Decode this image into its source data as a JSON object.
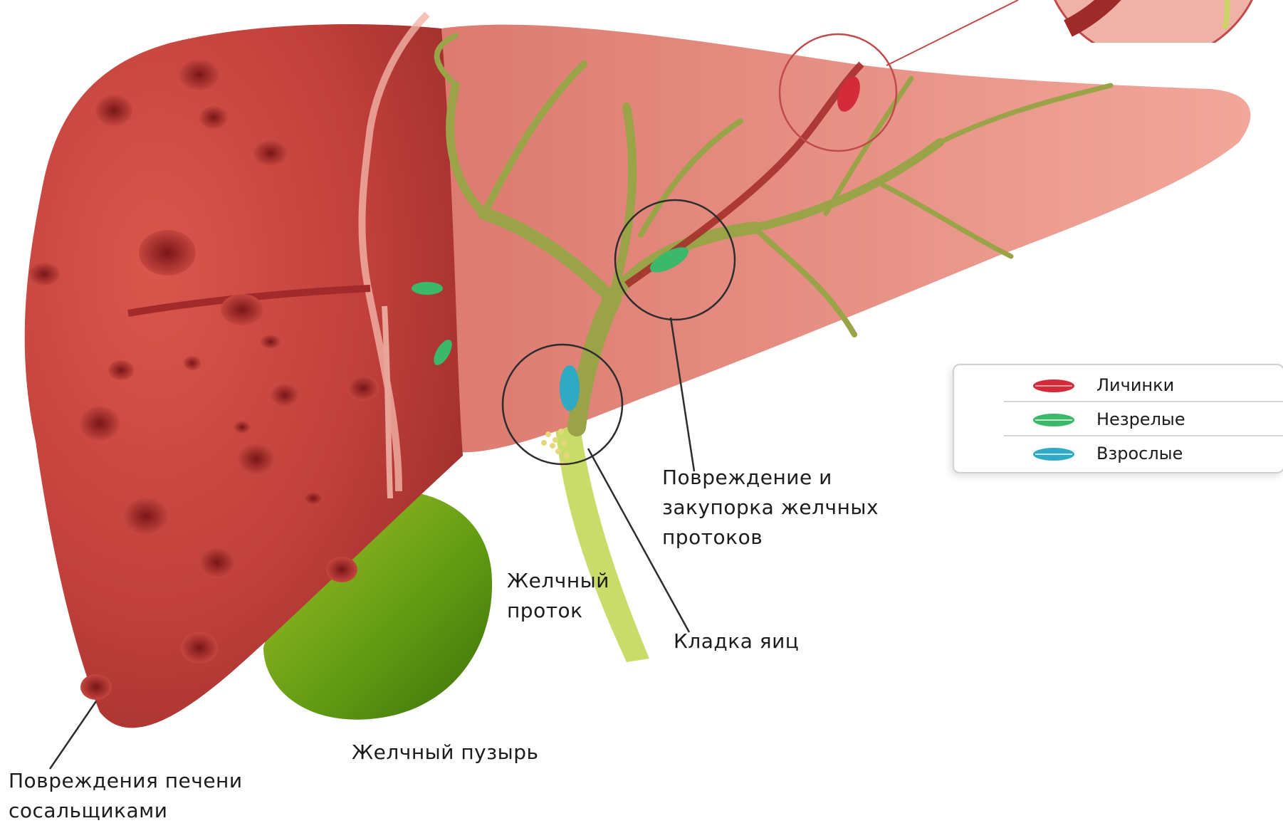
{
  "colors": {
    "liver_dark": "#b83a36",
    "liver_light": "#e79085",
    "bile_duct": "#9aa24a",
    "gallbladder": "#6a9a18",
    "larva": "#d42b3a",
    "immature": "#3cb86a",
    "adult": "#2fa9c4"
  },
  "legend": {
    "items": [
      {
        "label": "Личинки",
        "icon": "red-larva-icon"
      },
      {
        "label": "Незрелые",
        "icon": "green-immature-icon"
      },
      {
        "label": "Взрослые",
        "icon": "blue-adult-icon"
      }
    ]
  },
  "labels": {
    "duct_damage": "Повреждение и\nзакупорка желчных\nпротоков",
    "bile_duct": "Желчный\nпроток",
    "eggs": "Кладка яиц",
    "gallbladder": "Желчный пузырь",
    "liver_damage": "Повреждения печени\nсосальщиками"
  }
}
